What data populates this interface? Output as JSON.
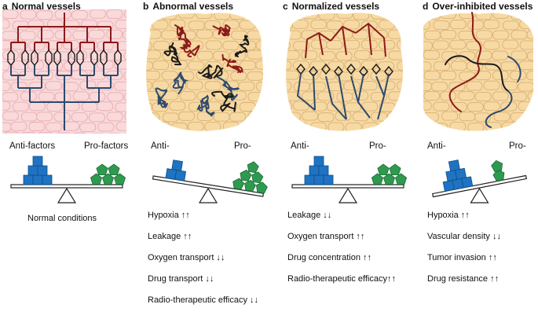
{
  "panels": [
    {
      "letter": "a",
      "title": "Normal vessels",
      "left_label": "Anti-factors",
      "right_label": "Pro-factors",
      "conditions": [
        "Normal conditions"
      ]
    },
    {
      "letter": "b",
      "title": "Abnormal vessels",
      "left_label": "Anti-",
      "right_label": "Pro-",
      "conditions": [
        "Hypoxia ↑↑",
        "Leakage ↑↑",
        "Oxygen transport ↓↓",
        "Drug transport ↓↓",
        "Radio-therapeutic efficacy ↓↓"
      ]
    },
    {
      "letter": "c",
      "title": "Normalized vessels",
      "left_label": "Anti-",
      "right_label": "Pro-",
      "conditions": [
        "Leakage ↓↓",
        "Oxygen transport ↑↑",
        "Drug concentration ↑↑",
        "Radio-therapeutic efficacy↑↑"
      ]
    },
    {
      "letter": "d",
      "title": "Over-inhibited vessels",
      "left_label": "Anti-",
      "right_label": "Pro-",
      "conditions": [
        "Hypoxia ↑↑",
        "Vascular density ↓↓",
        "Tumor invasion ↑↑",
        "Drug resistance ↑↑"
      ]
    }
  ],
  "colors": {
    "artery": "#8b1a1a",
    "vein": "#2c4a6e",
    "capillary": "#1a1a1a",
    "normal_tissue": "#f9d9da",
    "normal_cell_border": "#e8aeb3",
    "tumor_tissue": "#f7d9a3",
    "tumor_cell_border": "#d9b277",
    "anti_factor": "#1f73c2",
    "pro_factor": "#2e9a4f"
  }
}
